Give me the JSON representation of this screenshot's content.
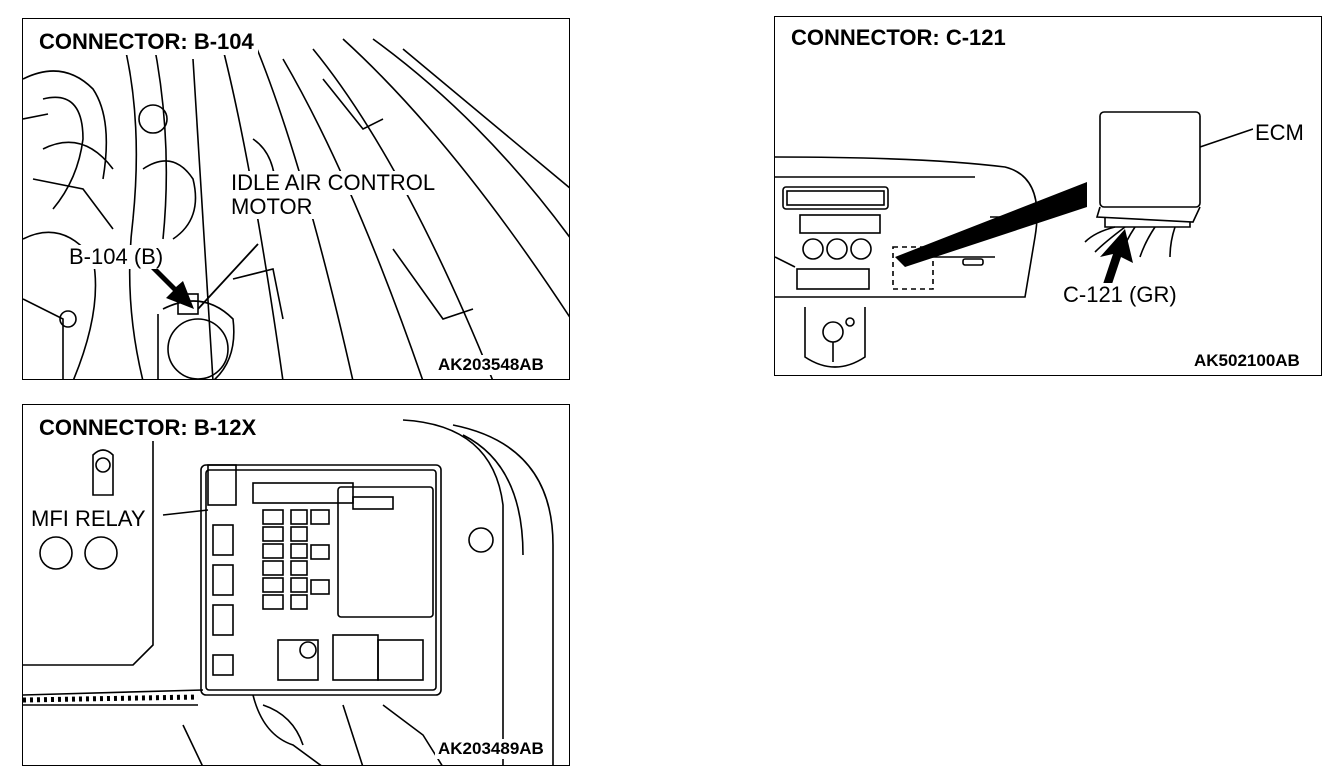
{
  "panels": {
    "b104": {
      "title": "CONNECTOR: B-104",
      "labels": {
        "motor_line1": "IDLE AIR CONTROL",
        "motor_line2": "MOTOR",
        "connector": "B-104 (B)"
      },
      "code": "AK203548AB"
    },
    "c121": {
      "title": "CONNECTOR: C-121",
      "labels": {
        "ecm": "ECM",
        "connector": "C-121 (GR)"
      },
      "code": "AK502100AB"
    },
    "b12x": {
      "title": "CONNECTOR: B-12X",
      "labels": {
        "relay": "MFI RELAY"
      },
      "code": "AK203489AB"
    }
  }
}
